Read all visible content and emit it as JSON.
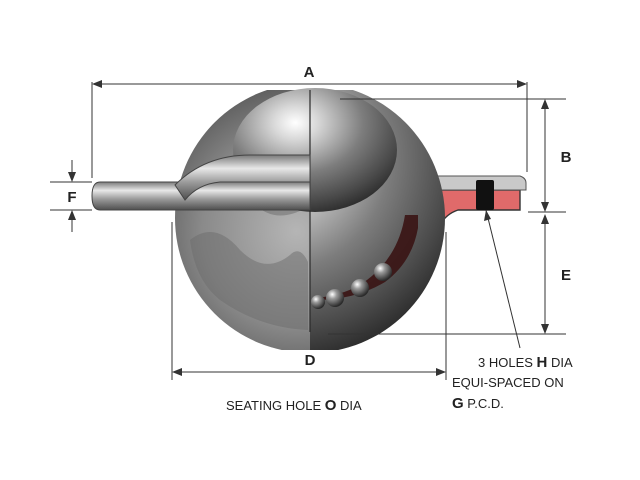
{
  "dimensions": {
    "a": "A",
    "b": "B",
    "d": "D",
    "e": "E",
    "f": "F"
  },
  "notes": {
    "holes_prefix": "3 HOLES ",
    "holes_letter": "H",
    "holes_suffix": " DIA",
    "equi_spaced": "EQUI-SPACED ON",
    "pcd_letter": "G",
    "pcd_suffix": " P.C.D.",
    "seating_prefix": "SEATING HOLE ",
    "seating_letter": "O",
    "seating_suffix": " DIA"
  },
  "colors": {
    "housing_section": "#e06a6a",
    "housing_outline": "#333333",
    "ball_steel": "#8a8a8a",
    "seal_yellow": "#e6e04a",
    "fixing_hole": "#111111"
  }
}
